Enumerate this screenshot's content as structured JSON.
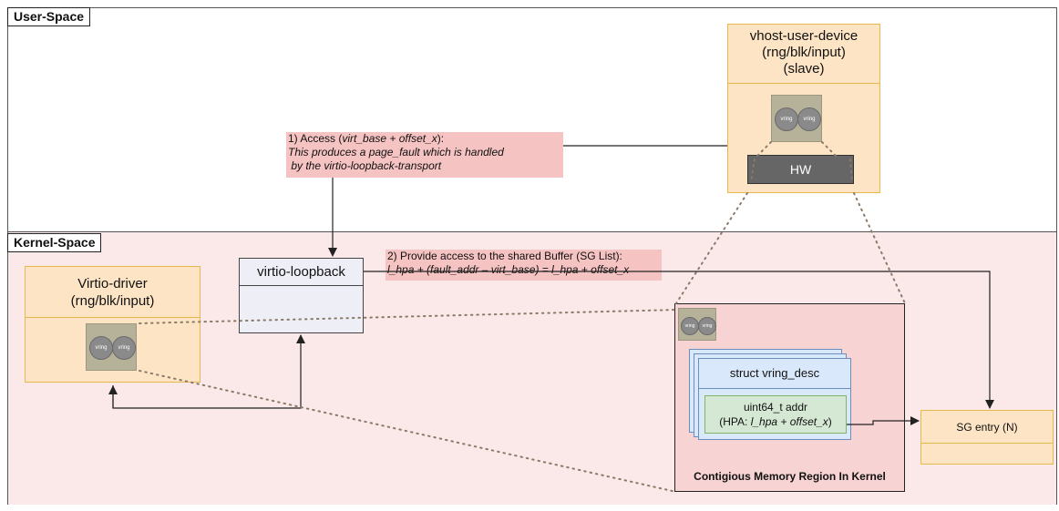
{
  "regions": {
    "user_space_label": "User-Space",
    "kernel_space_label": "Kernel-Space"
  },
  "vhost": {
    "line1": "vhost-user-device",
    "line2": "(rng/blk/input)",
    "line3": "(slave)",
    "hw_label": "HW"
  },
  "access_note": {
    "line1_prefix": "1) Access (",
    "line1_italic": "virt_base + offset_x",
    "line1_suffix": "):",
    "line2": "This produces a page_fault which is handled",
    "line3": " by the virtio-loopback-transport"
  },
  "virtio_driver": {
    "line1": "Virtio-driver",
    "line2": "(rng/blk/input)"
  },
  "loopback": {
    "label": "virtio-loopback"
  },
  "provide_note": {
    "line1": "2) Provide access to the shared Buffer (SG List):",
    "line2": "l_hpa + (fault_addr – virt_base) = l_hpa + offset_x"
  },
  "memory_region": {
    "caption": "Contigious Memory Region In Kernel",
    "desc_title": "struct vring_desc",
    "addr_line1": "uint64_t addr",
    "addr_line2_prefix": "(HPA: ",
    "addr_line2_italic": "l_hpa + offset_x",
    "addr_line2_suffix": ")"
  },
  "sg_entry": {
    "label": "SG entry (N)"
  },
  "vring_icon": {
    "circle_text": "vring"
  },
  "colors": {
    "orange_fill": "#fde4c4",
    "orange_border": "#e6b94a",
    "kernel_bg": "#fbe8e8",
    "pink_label": "#f6c3c3",
    "blue_fill": "#dae8fc",
    "green_fill": "#d5e8d4",
    "hw_fill": "#666666"
  }
}
